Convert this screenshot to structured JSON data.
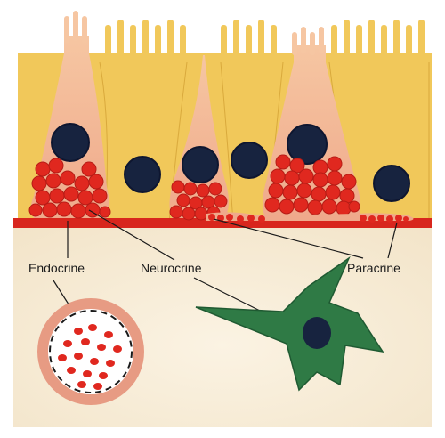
{
  "labels": {
    "endocrine": "Endocrine",
    "neurocrine": "Neurocrine",
    "paracrine": "Paracrine"
  },
  "colors": {
    "background": "#f7ecd6",
    "epithelium_yellow": "#f1c85a",
    "endocrine_cell": "#f3b788",
    "basement_membrane": "#d8261d",
    "granule": "#e0281f",
    "nucleus": "#17233f",
    "nerve_cell": "#2f7a45",
    "vessel_ring": "#e79b83"
  }
}
